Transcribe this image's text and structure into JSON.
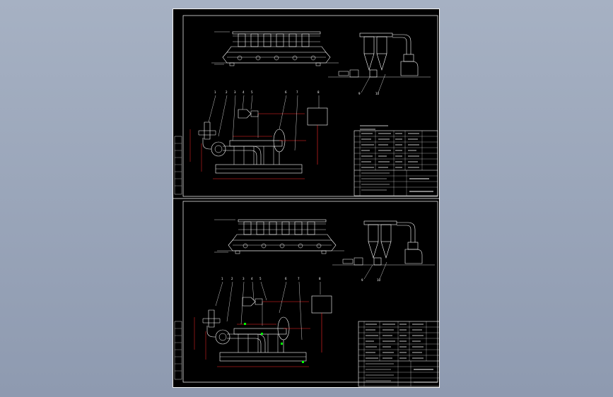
{
  "colors": {
    "background": "#000000",
    "line": "#ffffff",
    "dimension": "#ff2b2b",
    "accent": "#00ff00"
  },
  "top": {
    "leaders": [
      "1",
      "2",
      "3",
      "4",
      "5",
      "6",
      "7",
      "8"
    ],
    "cyclone_leaders": [
      "9",
      "10"
    ]
  },
  "bottom": {
    "leaders": [
      "1",
      "2",
      "3",
      "4",
      "5",
      "6",
      "7",
      "8"
    ],
    "cyclone_leaders": [
      "9",
      "10"
    ]
  }
}
